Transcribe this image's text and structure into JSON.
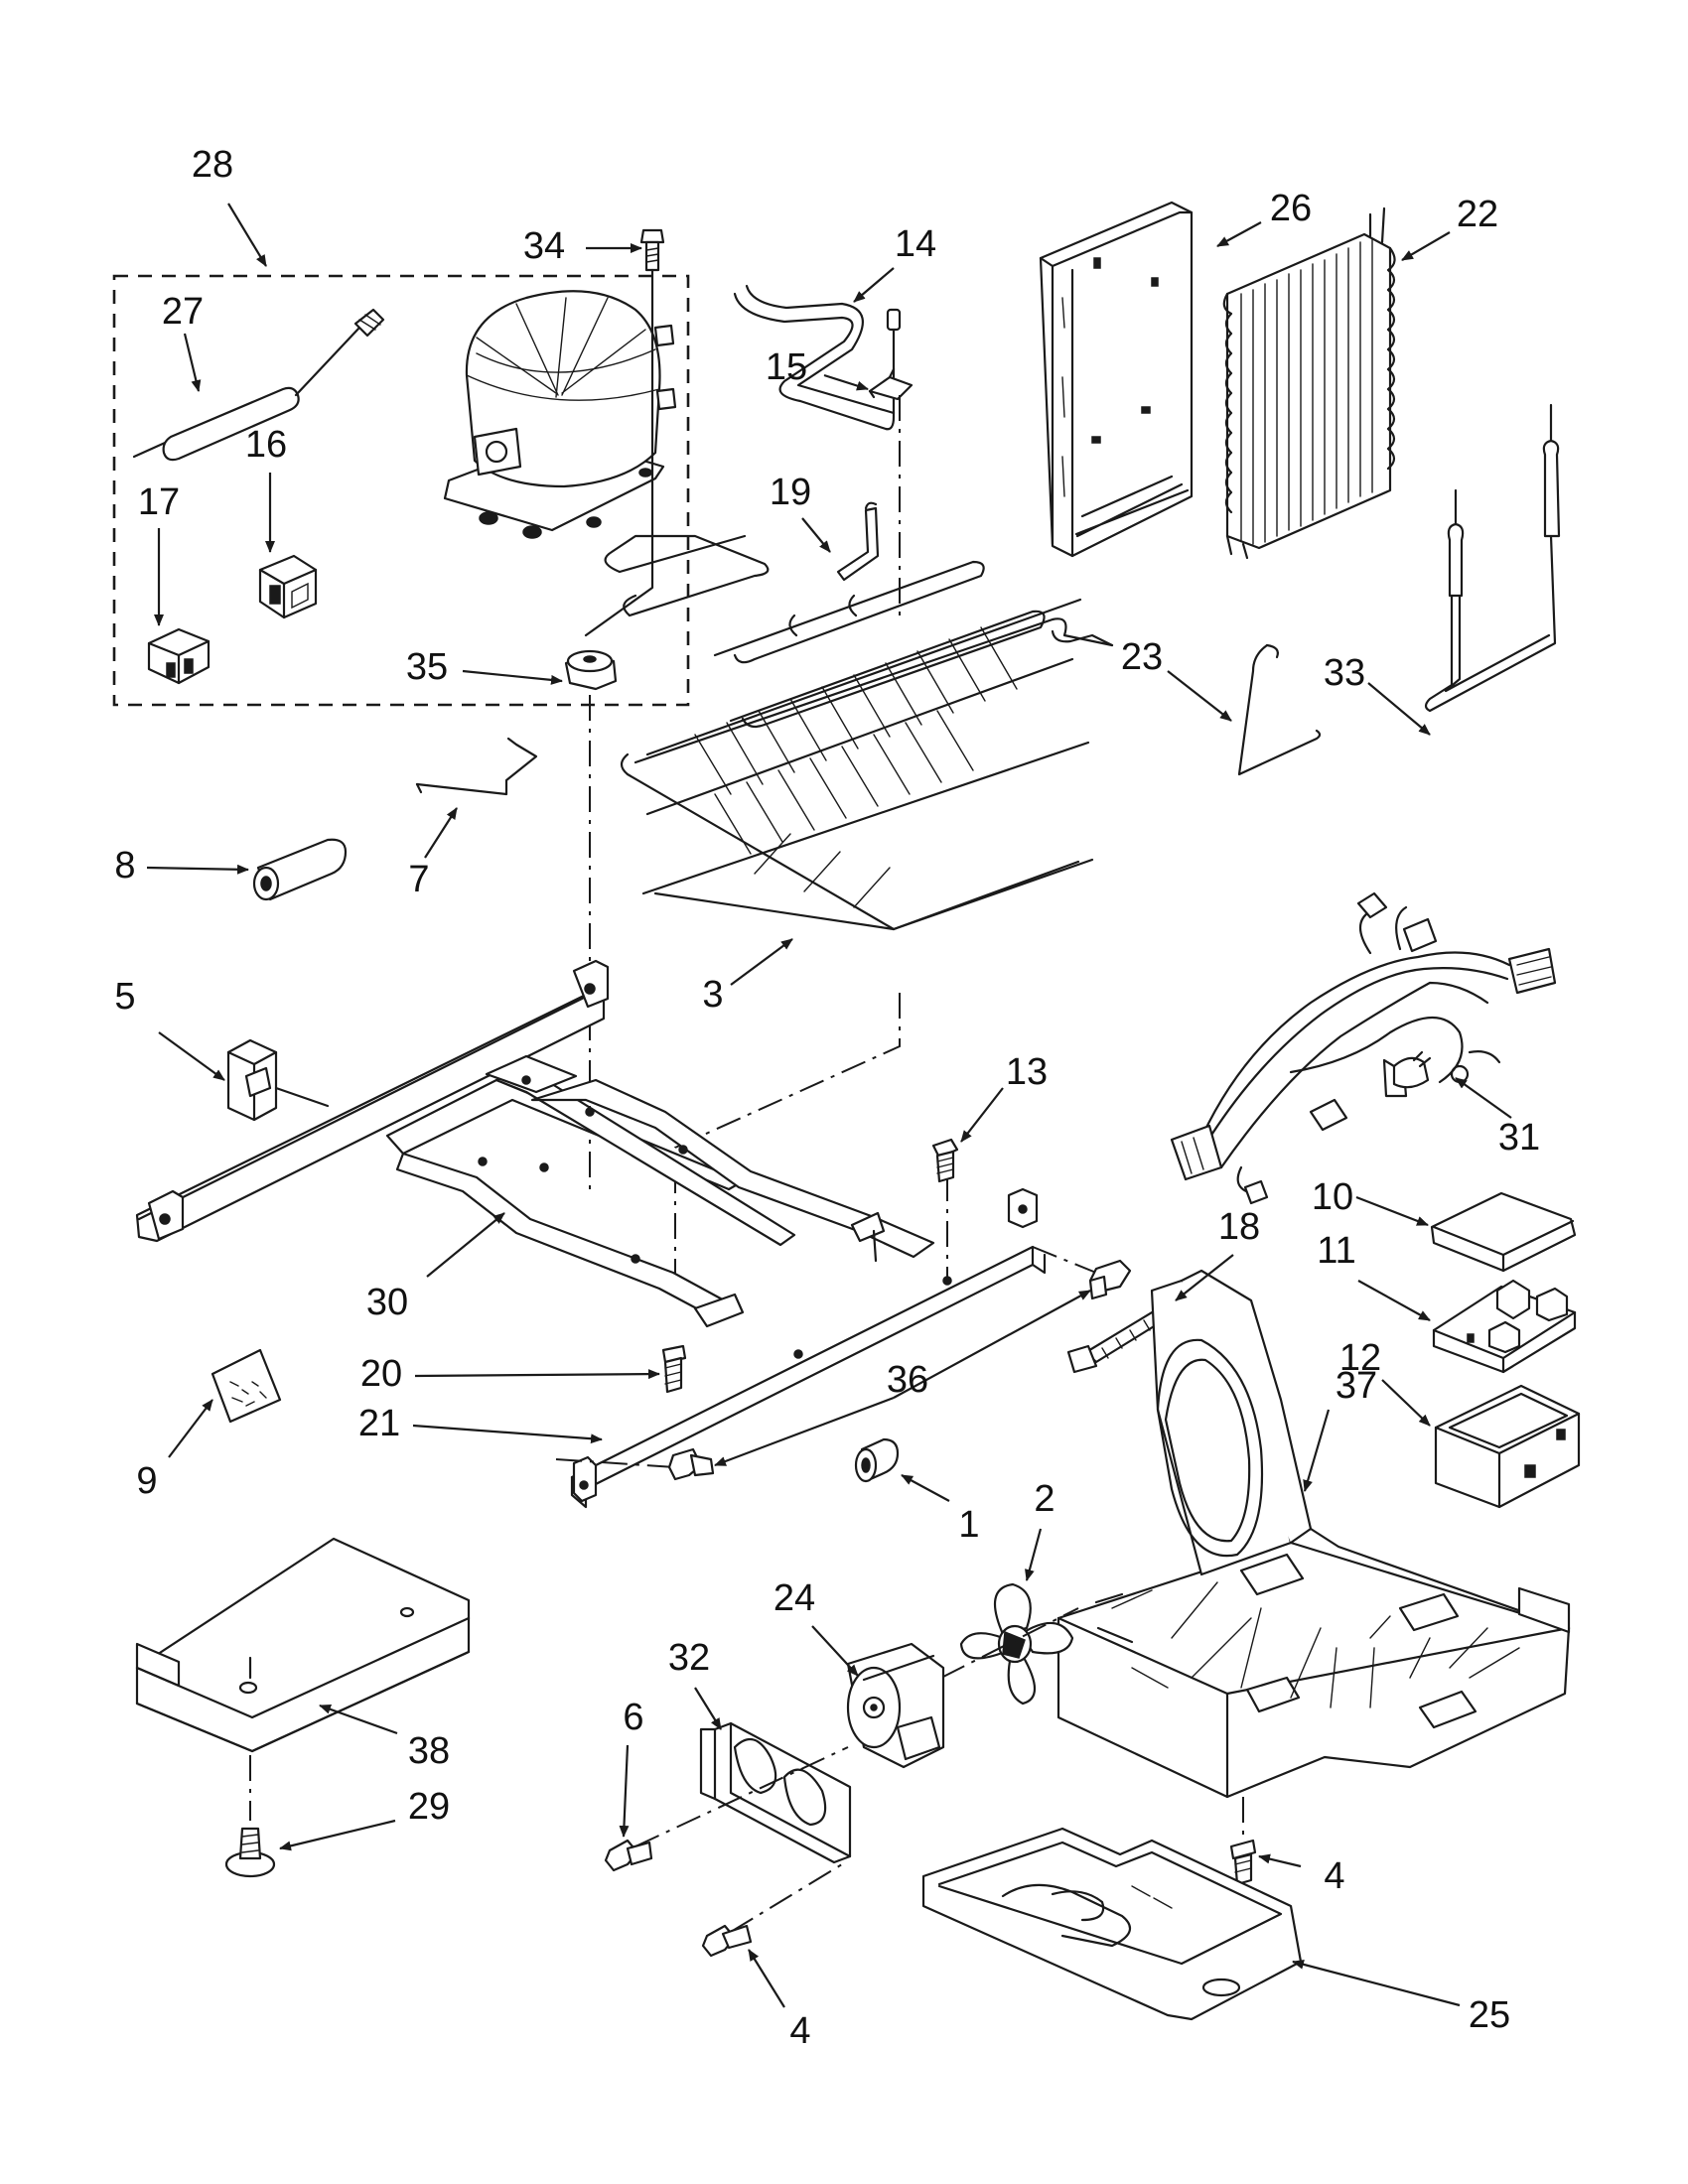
{
  "callouts": [
    {
      "id": "c28",
      "label": "28"
    },
    {
      "id": "c34",
      "label": "34"
    },
    {
      "id": "c14",
      "label": "14"
    },
    {
      "id": "c26",
      "label": "26"
    },
    {
      "id": "c22",
      "label": "22"
    },
    {
      "id": "c27",
      "label": "27"
    },
    {
      "id": "c16",
      "label": "16"
    },
    {
      "id": "c17",
      "label": "17"
    },
    {
      "id": "c19",
      "label": "19"
    },
    {
      "id": "c15",
      "label": "15"
    },
    {
      "id": "c35",
      "label": "35"
    },
    {
      "id": "c23",
      "label": "23"
    },
    {
      "id": "c33",
      "label": "33"
    },
    {
      "id": "c8",
      "label": "8"
    },
    {
      "id": "c7",
      "label": "7"
    },
    {
      "id": "c3",
      "label": "3"
    },
    {
      "id": "c5",
      "label": "5"
    },
    {
      "id": "c31",
      "label": "31"
    },
    {
      "id": "c13",
      "label": "13"
    },
    {
      "id": "c10",
      "label": "10"
    },
    {
      "id": "c11",
      "label": "11"
    },
    {
      "id": "c18",
      "label": "18"
    },
    {
      "id": "c12",
      "label": "12"
    },
    {
      "id": "c30",
      "label": "30"
    },
    {
      "id": "c20",
      "label": "20"
    },
    {
      "id": "c36",
      "label": "36"
    },
    {
      "id": "c37",
      "label": "37"
    },
    {
      "id": "c21",
      "label": "21"
    },
    {
      "id": "c9",
      "label": "9"
    },
    {
      "id": "c1",
      "label": "1"
    },
    {
      "id": "c2",
      "label": "2"
    },
    {
      "id": "c24",
      "label": "24"
    },
    {
      "id": "c32",
      "label": "32"
    },
    {
      "id": "c6",
      "label": "6"
    },
    {
      "id": "c38",
      "label": "38"
    },
    {
      "id": "c29",
      "label": "29"
    },
    {
      "id": "c4a",
      "label": "4"
    },
    {
      "id": "c4b",
      "label": "4"
    },
    {
      "id": "c25",
      "label": "25"
    }
  ]
}
